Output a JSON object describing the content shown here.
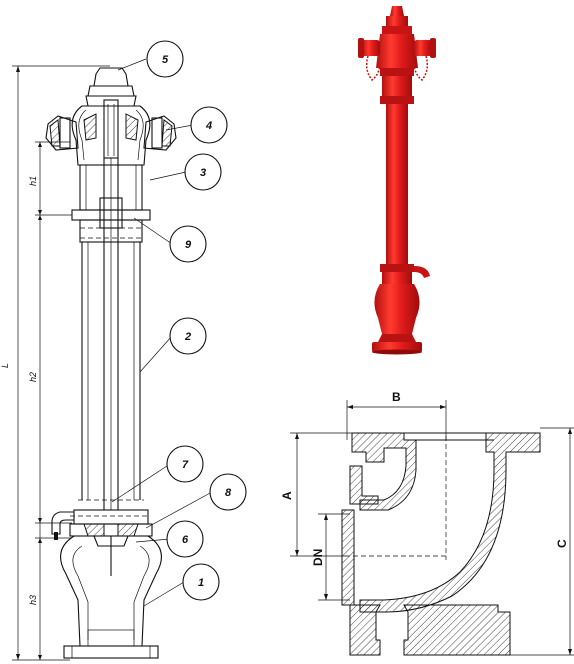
{
  "left_drawing": {
    "callouts": [
      "5",
      "4",
      "3",
      "9",
      "2",
      "7",
      "8",
      "6",
      "1"
    ],
    "dimensions": {
      "total": "L",
      "top": "h1",
      "middle": "h2",
      "bottom": "h3"
    }
  },
  "photo": {
    "color": "#e21b1b"
  },
  "section_drawing": {
    "dimensions": {
      "width": "B",
      "height_a": "A",
      "nominal": "DN",
      "total": "C"
    }
  }
}
